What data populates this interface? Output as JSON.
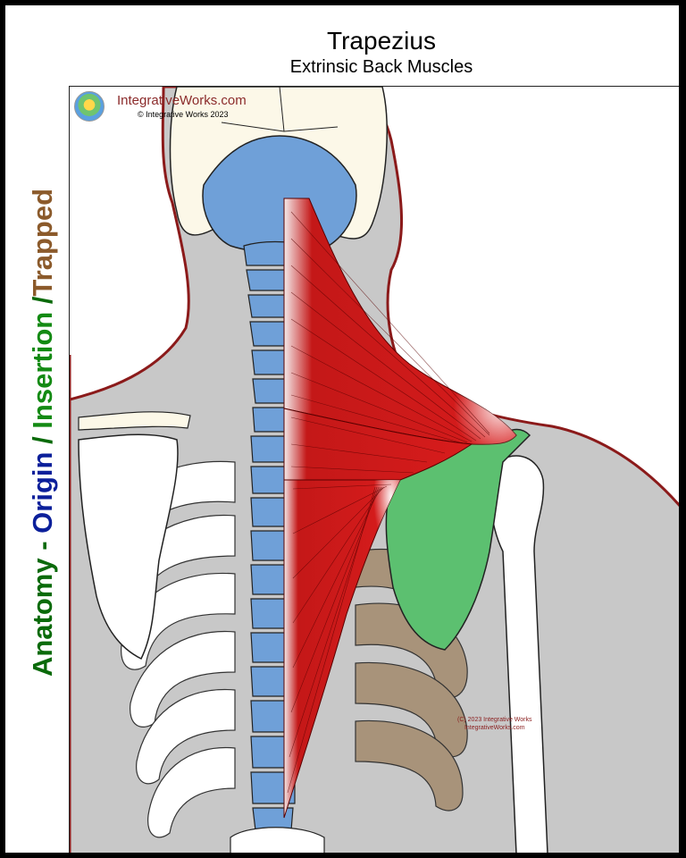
{
  "title": "Trapezius",
  "subtitle": "Extrinsic Back Muscles",
  "vertical_label": {
    "anatomy": "Anatomy",
    "sep1": " - ",
    "origin": "Origin",
    "sep2": " / ",
    "insertion": "Insertion",
    "sep3": " /",
    "trapped": "Trapped"
  },
  "brand": {
    "site": "IntegrativeWorks.com",
    "copyright": "© Integrative Works 2023"
  },
  "credit": {
    "line1": "(C) 2023 Integrative Works",
    "line2": "IntegrativeWorks.com"
  },
  "colors": {
    "muscle": "#d01818",
    "origin": "#6fa0d8",
    "insertion": "#5cc070",
    "trapped": "#a8937a",
    "body_fill": "#c8c8c8",
    "body_outline": "#8b1a1a",
    "bone": "#ffffff",
    "skull": "#fcf8e8"
  }
}
